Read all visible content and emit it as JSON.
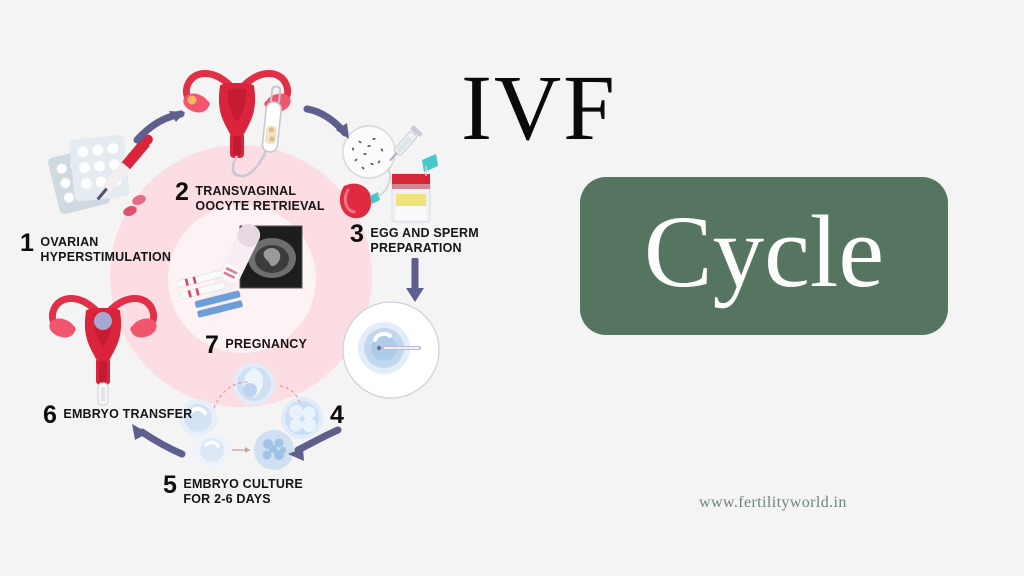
{
  "page": {
    "background_color": "#f4f4f4",
    "kind": "infographic"
  },
  "title": {
    "line1": "IVF",
    "line2": "Cycle",
    "line1_color": "#0a0a0a",
    "line2_color": "#fdfdfb",
    "badge_color": "#557560"
  },
  "footer": {
    "website": "www.fertilityworld.in",
    "color": "#6f8576"
  },
  "diagram": {
    "outer_circle_color": "#fbdde3",
    "inner_circle_color": "#fdf3f4",
    "arrow_color": "#5e5f8c",
    "uterus_color": "#d9243c",
    "embryo_color": "#c5d8ef"
  },
  "steps": [
    {
      "number": "1",
      "label": "OVARIAN\nHYPERSTIMULATION",
      "icon": "pills-and-syringe-icon"
    },
    {
      "number": "2",
      "label": "TRANSVAGINAL\nOOCYTE RETRIEVAL",
      "icon": "uterus-with-needle-icon"
    },
    {
      "number": "3",
      "label": "EGG AND SPERM\nPREPARATION",
      "icon": "petri-dish-and-sample-cup-icon"
    },
    {
      "number": "4",
      "label": "",
      "icon": "icsi-fertilization-icon"
    },
    {
      "number": "5",
      "label": "EMBRYO CULTURE\nFOR 2-6 DAYS",
      "icon": "embryo-cleavage-stages-icon"
    },
    {
      "number": "6",
      "label": "EMBRYO TRANSFER",
      "icon": "uterus-with-catheter-icon"
    },
    {
      "number": "7",
      "label": "PREGNANCY",
      "icon": "pregnancy-test-and-ultrasound-icon"
    }
  ]
}
